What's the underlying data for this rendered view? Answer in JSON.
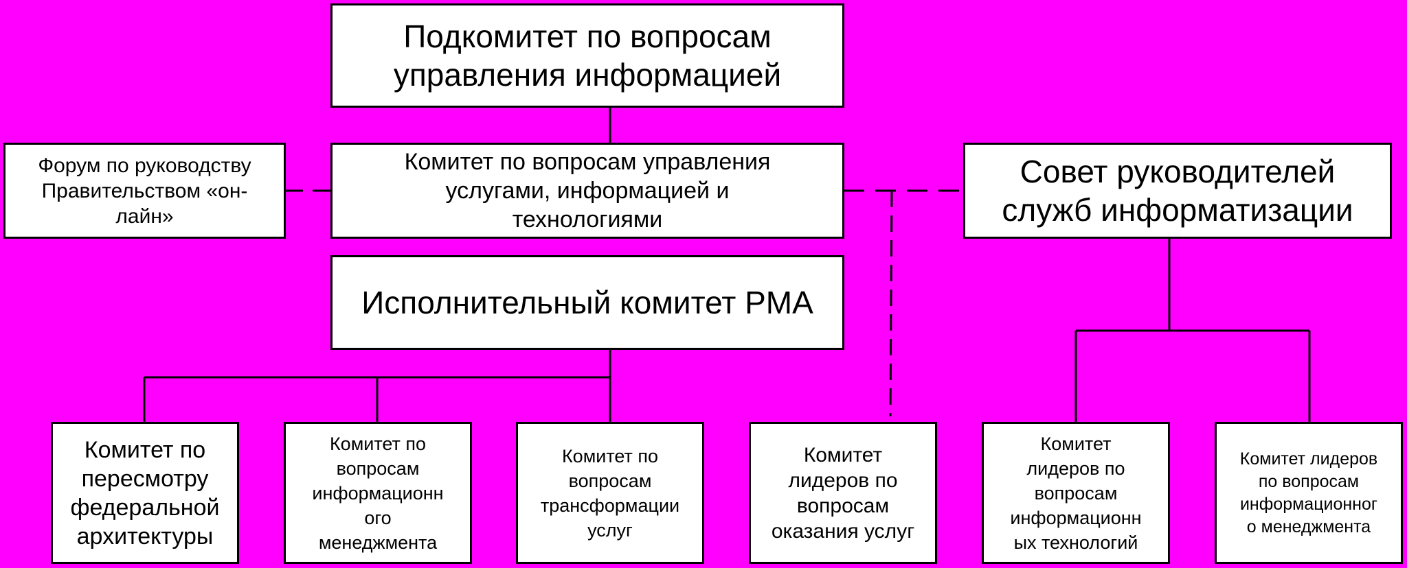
{
  "nodes": {
    "subcommittee": "Подкомитет по вопросам\nуправления информацией",
    "committee_services": "Комитет по вопросам управления\nуслугами, информацией и\nтехнологиями",
    "forum": "Форум по руководству\nПравительством «он-\nлайн»",
    "council": "Совет руководителей\nслужб информатизации",
    "executive": "Исполнительный комитет PMA",
    "fed_architecture": "Комитет по\nпересмотру\nфедеральной\nархитектуры",
    "info_management": "Комитет по\nвопросам\nинформационн\nого\nменеджмента",
    "transformation": "Комитет по\nвопросам\nтрансформации\nуслуг",
    "service_leaders": "Комитет\nлидеров  по\nвопросам\nоказания услуг",
    "it_leaders": "Комитет\nлидеров по\nвопросам\nинформационн\nых технологий",
    "im_leaders": "Комитет лидеров\nпо вопросам\nинформационног\nо менеджмента"
  },
  "colors": {
    "background": "#ff00ff",
    "box_fill": "#ffffff",
    "line": "#000000"
  }
}
